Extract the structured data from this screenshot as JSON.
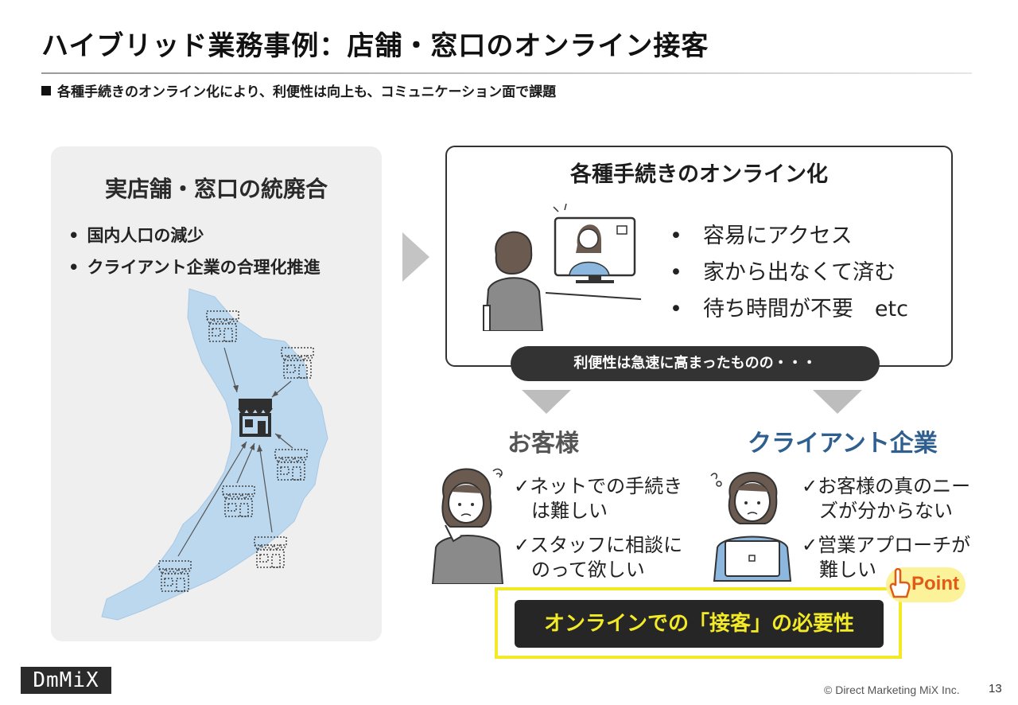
{
  "slide": {
    "title": "ハイブリッド業務事例：店舗・窓口のオンライン接客",
    "subtitle": "各種手続きのオンライン化により、利便性は向上も、コミュニケーション面で課題"
  },
  "left_panel": {
    "title": "実店舗・窓口の統廃合",
    "bullets": [
      "国内人口の減少",
      "クライアント企業の合理化推進"
    ]
  },
  "right_panel": {
    "title": "各種手続きのオンライン化",
    "bullets": [
      "容易にアクセス",
      "家から出なくて済む",
      "待ち時間が不要　etc"
    ],
    "pill": "利便性は急速に高まったものの・・・"
  },
  "customer": {
    "heading": "お客様",
    "heading_color": "#555555",
    "points": [
      {
        "line1": "ネットでの手続き",
        "line2": "は難しい"
      },
      {
        "line1": "スタッフに相談に",
        "line2": "のって欲しい"
      }
    ]
  },
  "client": {
    "heading": "クライアント企業",
    "heading_color": "#2e5f8f",
    "points": [
      {
        "line1": "お客様の真のニー",
        "line2": "ズが分からない"
      },
      {
        "line1": "営業アプローチが",
        "line2": "難しい"
      }
    ]
  },
  "conclusion": {
    "badge": "Point",
    "text": "オンラインでの「接客」の必要性",
    "accent": "#f2ea26"
  },
  "footer": {
    "logo": "DmMiX",
    "copyright": "© Direct Marketing MiX Inc.",
    "page": "13"
  }
}
